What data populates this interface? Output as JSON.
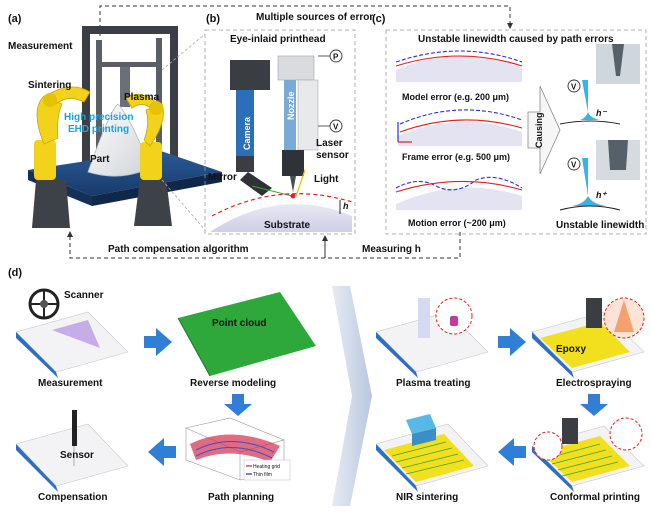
{
  "panels": {
    "a": {
      "tag": "(a)",
      "labels": {
        "measurement": "Measurement",
        "sintering": "Sintering",
        "plasma": "Plasma",
        "precision1": "High precision",
        "precision2": "EHD printing",
        "part": "Part"
      }
    },
    "b": {
      "tag": "(b)",
      "title": "Eye-inlaid printhead",
      "labels": {
        "camera": "Camera",
        "nozzle": "Nozzle",
        "laser1": "Laser",
        "laser2": "sensor",
        "mirror": "Mirror",
        "light": "Light",
        "substrate": "Substrate",
        "p": "P",
        "v": "V",
        "h": "h"
      }
    },
    "c": {
      "tag": "(c)",
      "title": "Unstable linewidth caused by path errors",
      "errors": {
        "model": "Model error (e.g. 200 μm)",
        "frame": "Frame error (e.g. 500 μm)",
        "motion": "Motion error (~200 μm)"
      },
      "causing": "Causing",
      "unstable": "Unstable linewidth",
      "v": "V",
      "h_minus": "h⁻",
      "h_plus": "h⁺"
    },
    "d": {
      "tag": "(d)",
      "steps": {
        "measurement": "Measurement",
        "reverse": "Reverse modeling",
        "path_planning": "Path planning",
        "compensation": "Compensation",
        "plasma": "Plasma treating",
        "electro": "Electrospraying",
        "conformal": "Conformal printing",
        "nir": "NIR sintering"
      },
      "labels": {
        "scanner": "Scanner",
        "point_cloud": "Point cloud",
        "sensor": "Sensor",
        "epoxy": "Epoxy",
        "legend1": "Heating grid",
        "legend2": "Thin film"
      }
    }
  },
  "flow": {
    "top": "Multiple sources of error",
    "left": "Path compensation algorithm",
    "right": "Measuring h"
  },
  "colors": {
    "blue_arrow": "#2f7fd6",
    "red_line": "#e02020",
    "blue_dash": "#2d2ddf",
    "cyan_text": "#1aa3e0",
    "yellow_robot": "#f2d21b",
    "point_cloud": "#2ea83a"
  }
}
